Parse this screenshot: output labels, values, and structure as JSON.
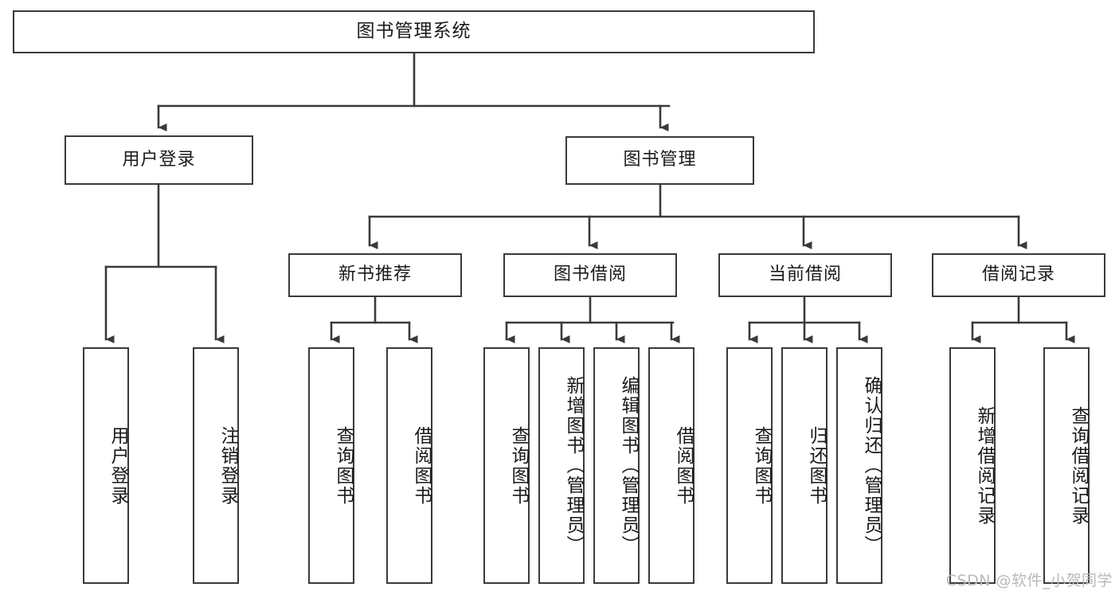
{
  "diagram": {
    "title": "图书管理系统",
    "type": "hierarchy-tree",
    "colors": {
      "node_border": "#3a3a3a",
      "node_fill": "#ffffff",
      "connector": "#3a3a3a",
      "text": "#1a1a1a",
      "watermark": "#b9b9b9",
      "background": "#ffffff"
    },
    "root": {
      "label": "图书管理系统"
    },
    "level2": [
      {
        "label": "用户登录"
      },
      {
        "label": "图书管理"
      }
    ],
    "level3": [
      {
        "label": "新书推荐"
      },
      {
        "label": "图书借阅"
      },
      {
        "label": "当前借阅"
      },
      {
        "label": "借阅记录"
      }
    ],
    "leaves": {
      "user_login": [
        {
          "label": "用户登录"
        },
        {
          "label": "注销登录"
        }
      ],
      "new_book_recommend": [
        {
          "label": "查询图书"
        },
        {
          "label": "借阅图书"
        }
      ],
      "book_borrow": [
        {
          "label": "查询图书"
        },
        {
          "label": "新增图书（管理员）"
        },
        {
          "label": "编辑图书（管理员）"
        },
        {
          "label": "借阅图书"
        }
      ],
      "current_borrow": [
        {
          "label": "查询图书"
        },
        {
          "label": "归还图书"
        },
        {
          "label": "确认归还（管理员）"
        }
      ],
      "borrow_records": [
        {
          "label": "新增借阅记录"
        },
        {
          "label": "查询借阅记录"
        }
      ]
    }
  },
  "watermark": {
    "text": "CSDN @软件_小贺同学"
  }
}
